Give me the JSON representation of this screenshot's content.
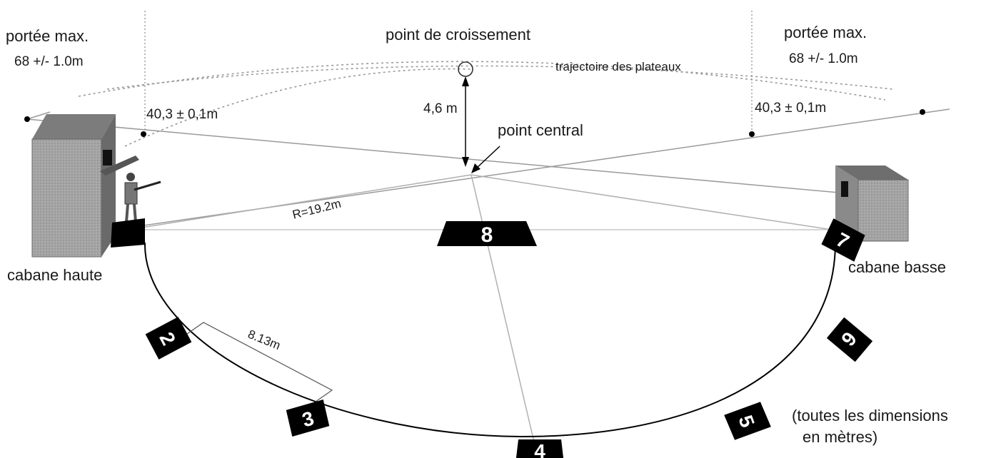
{
  "labels": {
    "range_left_title": "portée max.",
    "range_left_value": "68 +/- 1.0m",
    "range_right_title": "portée max.",
    "range_right_value": "68 +/- 1.0m",
    "crossing_point": "point de croissement",
    "trajectory": "trajectoire des plateaux",
    "height": "4,6  m",
    "center_point": "point central",
    "distance_left": "40,3  ±  0,1m",
    "distance_right": "40,3  ±  0,1m",
    "radius": "R=19.2m",
    "chord": "8.13m",
    "high_house": "cabane haute",
    "low_house": "cabane basse",
    "note_line1": "(toutes les dimensions",
    "note_line2": "en mètres)"
  },
  "stations": [
    "2",
    "3",
    "4",
    "5",
    "6",
    "7",
    "8"
  ],
  "colors": {
    "ink": "#1a1a1a",
    "station_bg": "#000000",
    "house_front": "#9e9e9e",
    "house_side": "#6e6e6e",
    "house_top": "#7a7a7a",
    "sight_line": "#b5b5b5",
    "dotted": "#9a9a9a"
  }
}
